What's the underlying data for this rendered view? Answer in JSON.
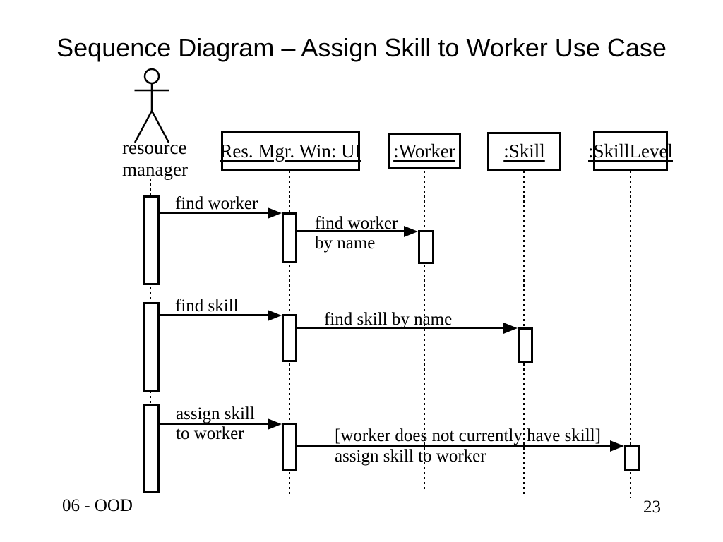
{
  "slide": {
    "title": "Sequence Diagram – Assign Skill to Worker Use Case",
    "footer_left": "06 - OOD",
    "page_number": "23"
  },
  "colors": {
    "background": "#ffffff",
    "ink": "#000000"
  },
  "actor": {
    "icon": "stick-figure-icon",
    "name_line1": "resource",
    "name_line2": "manager"
  },
  "lifelines": [
    {
      "id": "res-mgr-win-ui",
      "label": "Res. Mgr. Win: UI"
    },
    {
      "id": "worker",
      "label": ":Worker"
    },
    {
      "id": "skill",
      "label": ":Skill"
    },
    {
      "id": "skill-level",
      "label": ":SkillLevel"
    }
  ],
  "messages": [
    {
      "from": "resource-manager",
      "to": "res-mgr-win-ui",
      "lines": [
        "find worker"
      ]
    },
    {
      "from": "res-mgr-win-ui",
      "to": "worker",
      "lines": [
        "find worker",
        "by name"
      ]
    },
    {
      "from": "resource-manager",
      "to": "res-mgr-win-ui",
      "lines": [
        "find skill"
      ]
    },
    {
      "from": "res-mgr-win-ui",
      "to": "skill",
      "lines": [
        "find skill by name"
      ]
    },
    {
      "from": "resource-manager",
      "to": "res-mgr-win-ui",
      "lines": [
        "assign skill",
        "to worker"
      ]
    },
    {
      "from": "res-mgr-win-ui",
      "to": "skill-level",
      "lines": [
        "[worker does not currently have skill]",
        "assign skill to worker"
      ]
    }
  ]
}
